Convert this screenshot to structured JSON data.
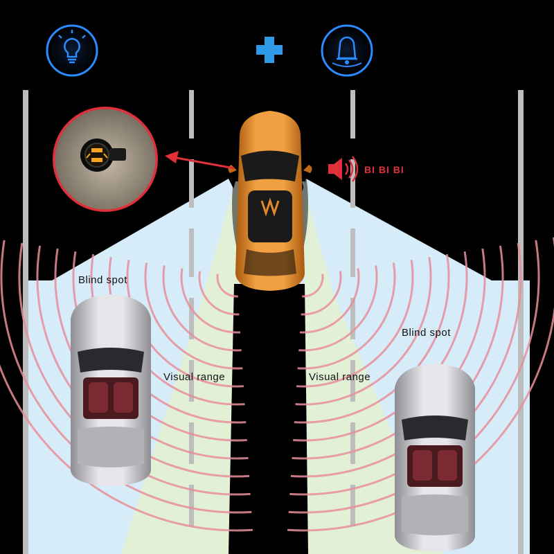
{
  "header": {
    "left_icon": "lightbulb-icon",
    "plus_icon": "plus-icon",
    "right_icon": "bell-icon"
  },
  "alert": {
    "sound_icon": "speaker-icon",
    "text": "BI BI BI"
  },
  "labels": {
    "blind_spot_left": "Blind spot",
    "blind_spot_right": "Blind spot",
    "visual_range_left": "Visual range",
    "visual_range_right": "Visual range"
  },
  "colors": {
    "icon_ring": "#2a8cff",
    "plus": "#2f9be8",
    "alert_red": "#e0303a",
    "blind_zone": "#d6ecf8",
    "visual_zone": "#e2f0d6",
    "sensor_waves": "#e88e9a",
    "main_car": "#e2892a",
    "side_cars": "#c9c9cc"
  }
}
